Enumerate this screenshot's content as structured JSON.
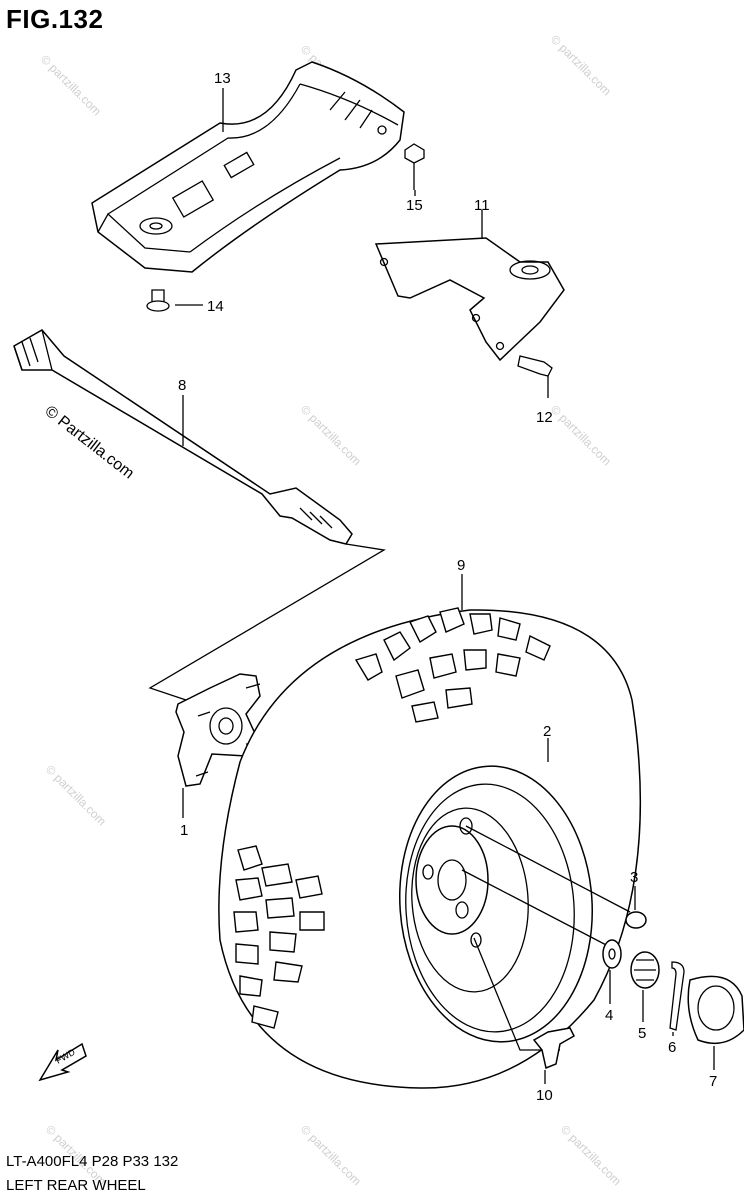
{
  "figure": {
    "title": "FIG.132",
    "footer_code": "LT-A400FL4  P28  P33  132",
    "footer_name": "LEFT REAR WHEEL"
  },
  "watermark": {
    "main_text": "© Partzilla.com",
    "tile_text": "© partzilla.com"
  },
  "callouts": [
    {
      "id": "1",
      "label": "1"
    },
    {
      "id": "2",
      "label": "2"
    },
    {
      "id": "3",
      "label": "3"
    },
    {
      "id": "4",
      "label": "4"
    },
    {
      "id": "5",
      "label": "5"
    },
    {
      "id": "6",
      "label": "6"
    },
    {
      "id": "7",
      "label": "7"
    },
    {
      "id": "8",
      "label": "8"
    },
    {
      "id": "9",
      "label": "9"
    },
    {
      "id": "10",
      "label": "10"
    },
    {
      "id": "11",
      "label": "11"
    },
    {
      "id": "12",
      "label": "12"
    },
    {
      "id": "13",
      "label": "13"
    },
    {
      "id": "14",
      "label": "14"
    },
    {
      "id": "15",
      "label": "15"
    }
  ],
  "fwd_arrow": {
    "label": "FWD"
  }
}
